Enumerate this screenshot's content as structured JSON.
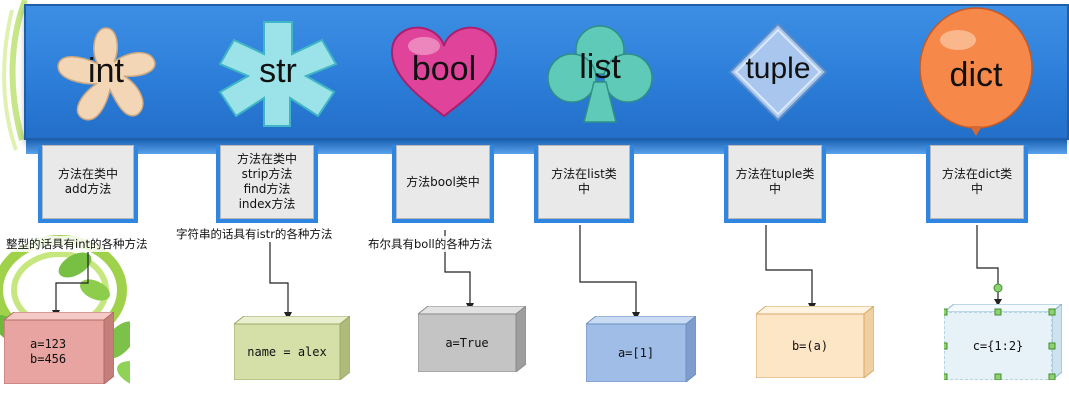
{
  "types": [
    {
      "name": "int",
      "shape": "flower-asterisk",
      "color": "#f3d6b5",
      "method_lines": [
        "方法在类中",
        "add方法"
      ],
      "note": "整型的话具有int的各种方法",
      "value_lines": [
        "a=123",
        "b=456"
      ],
      "value_color": "#e7a4a0"
    },
    {
      "name": "str",
      "shape": "asterisk",
      "color": "#9be3e8",
      "method_lines": [
        "方法在类中",
        "strip方法",
        "find方法",
        "index方法"
      ],
      "note": "字符串的话具有istr的各种方法",
      "value_lines": [
        "name = alex"
      ],
      "value_color": "#d5e0a8"
    },
    {
      "name": "bool",
      "shape": "heart",
      "color": "#e0449a",
      "method_lines": [
        "方法bool类中"
      ],
      "note": "布尔具有boll的各种方法",
      "value_lines": [
        "a=True"
      ],
      "value_color": "#c4c4c4"
    },
    {
      "name": "list",
      "shape": "club",
      "color": "#5fcab8",
      "method_lines": [
        "方法在list类",
        "中"
      ],
      "note": "",
      "value_lines": [
        "a=[1]"
      ],
      "value_color": "#9fbde6"
    },
    {
      "name": "tuple",
      "shape": "diamond",
      "color": "#a9c7ee",
      "method_lines": [
        "方法在tuple类",
        "中"
      ],
      "note": "",
      "value_lines": [
        "b=(a)"
      ],
      "value_color": "#fde6c6"
    },
    {
      "name": "dict",
      "shape": "balloon",
      "color": "#f6884a",
      "method_lines": [
        "方法在dict类",
        "中"
      ],
      "note": "",
      "value_lines": [
        "c={1:2}"
      ],
      "value_color": "#e6f2f8"
    }
  ]
}
